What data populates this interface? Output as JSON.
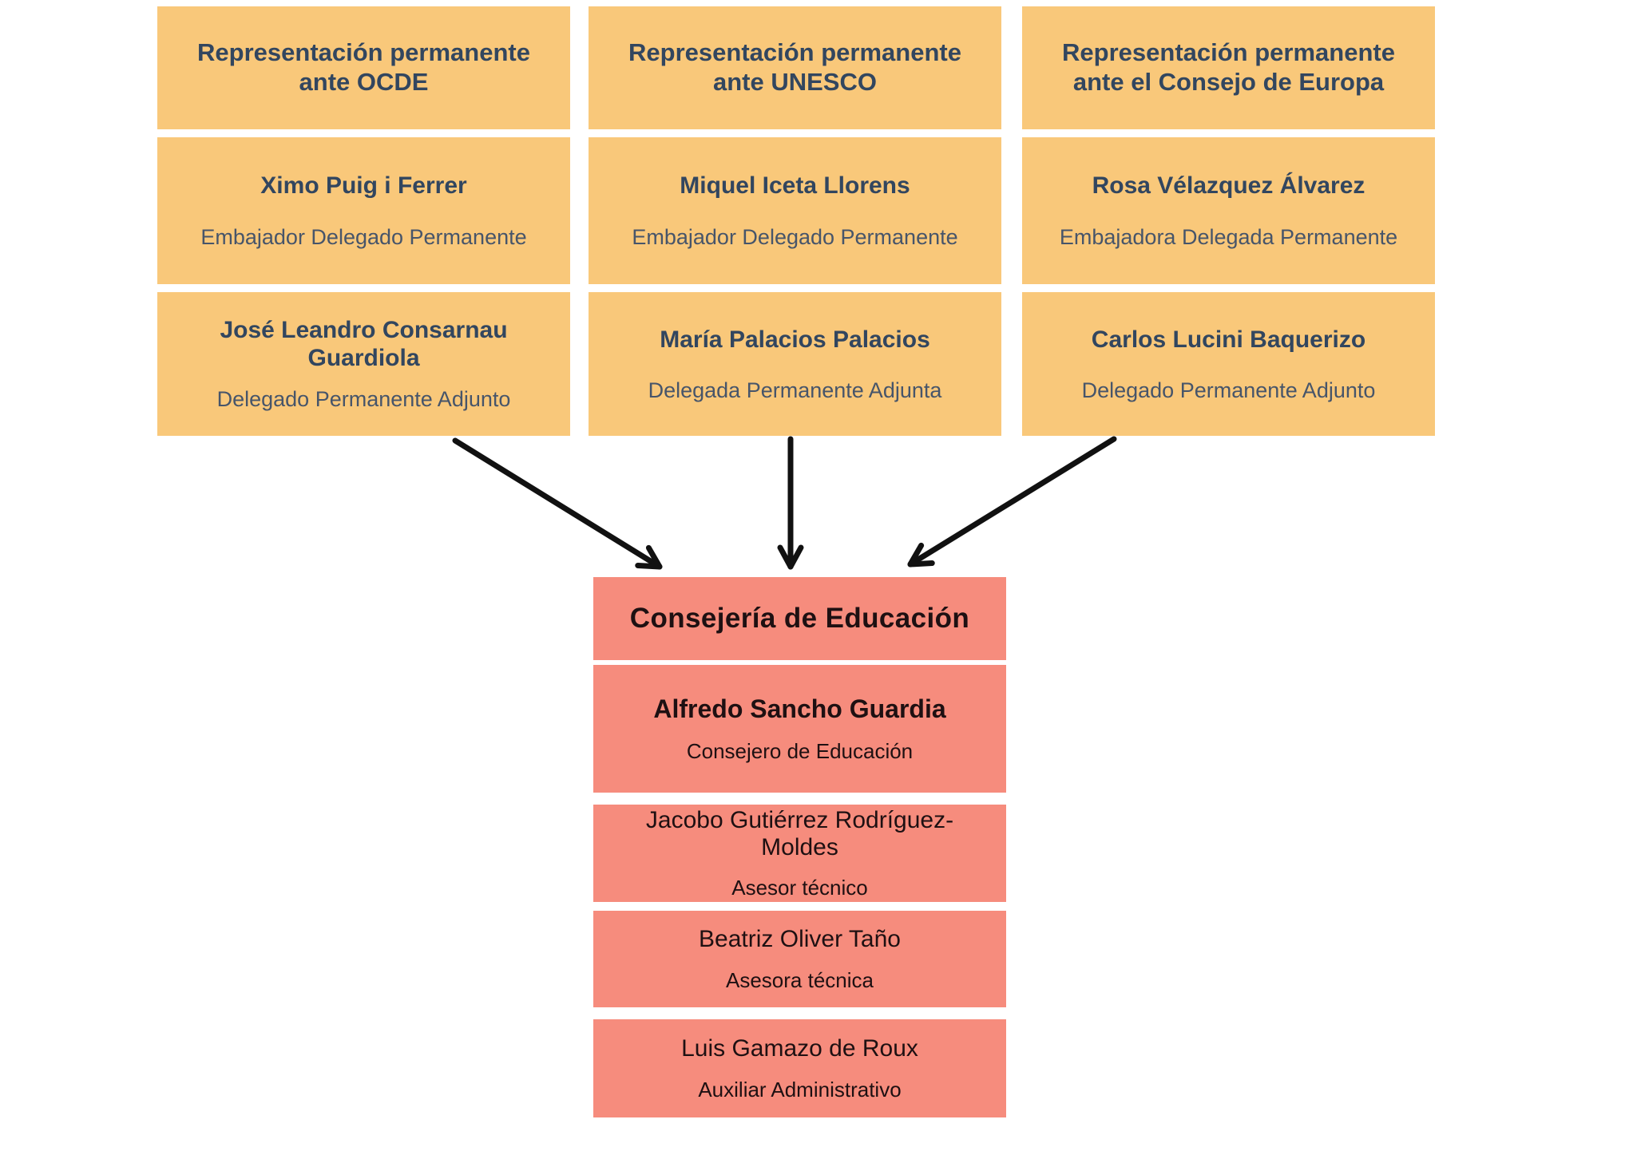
{
  "palette": {
    "background": "#FFFFFF",
    "orange": "#F9C87A",
    "salmon": "#F68C7D",
    "navy_text": "#32465F",
    "navy_role_text": "#47556A",
    "dark_text": "#1E1012",
    "arrow_black": "#111111"
  },
  "columns": [
    {
      "title": "Representación permanente ante OCDE",
      "members": [
        {
          "name": "Ximo Puig i Ferrer",
          "role": "Embajador Delegado Permanente"
        },
        {
          "name": "José Leandro Consarnau Guardiola",
          "role": "Delegado Permanente Adjunto"
        }
      ]
    },
    {
      "title": "Representación permanente ante UNESCO",
      "members": [
        {
          "name": "Miquel Iceta Llorens",
          "role": "Embajador Delegado Permanente"
        },
        {
          "name": "María Palacios Palacios",
          "role": "Delegada Permanente Adjunta"
        }
      ]
    },
    {
      "title": "Representación permanente ante el Consejo de Europa",
      "members": [
        {
          "name": "Rosa Vélazquez Álvarez",
          "role": "Embajadora Delegada Permanente"
        },
        {
          "name": "Carlos Lucini Baquerizo",
          "role": "Delegado Permanente Adjunto"
        }
      ]
    }
  ],
  "consejeria": {
    "title": "Consejería de Educación",
    "members": [
      {
        "name": "Alfredo Sancho Guardia",
        "role": "Consejero de Educación"
      },
      {
        "name": "Jacobo Gutiérrez Rodríguez-Moldes",
        "role": "Asesor técnico"
      },
      {
        "name": "Beatriz Oliver Taño",
        "role": "Asesora técnica"
      },
      {
        "name": "Luis Gamazo de Roux",
        "role": "Auxiliar Administrativo"
      }
    ]
  }
}
